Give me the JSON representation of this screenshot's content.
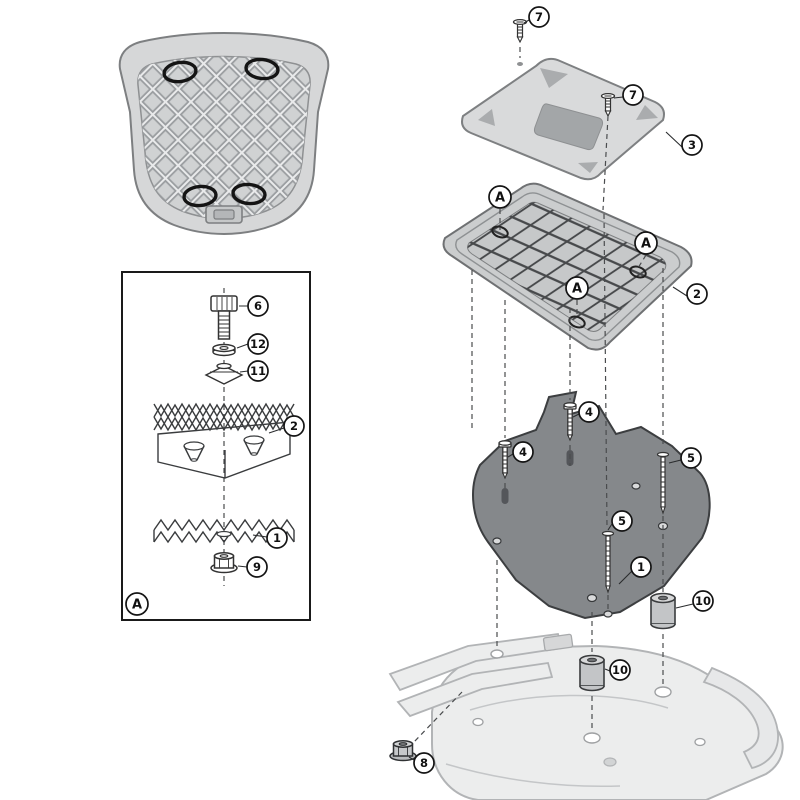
{
  "callouts": [
    {
      "label": "7"
    },
    {
      "label": "7"
    },
    {
      "label": "3"
    },
    {
      "label": "A"
    },
    {
      "label": "A"
    },
    {
      "label": "A"
    },
    {
      "label": "2"
    },
    {
      "label": "4"
    },
    {
      "label": "4"
    },
    {
      "label": "5"
    },
    {
      "label": "5"
    },
    {
      "label": "1"
    },
    {
      "label": "10"
    },
    {
      "label": "10"
    },
    {
      "label": "8"
    },
    {
      "label": "6"
    },
    {
      "label": "12"
    },
    {
      "label": "11"
    },
    {
      "label": "2"
    },
    {
      "label": "1"
    },
    {
      "label": "9"
    },
    {
      "label": "A"
    }
  ],
  "colors": {
    "background": "#ffffff",
    "line": "#3a3c3e",
    "plate_light": "#d6d7d8",
    "plate_mid": "#cbcdce",
    "bracket": "#85888b",
    "rack": "#eceded",
    "callout_stroke": "#141414"
  }
}
